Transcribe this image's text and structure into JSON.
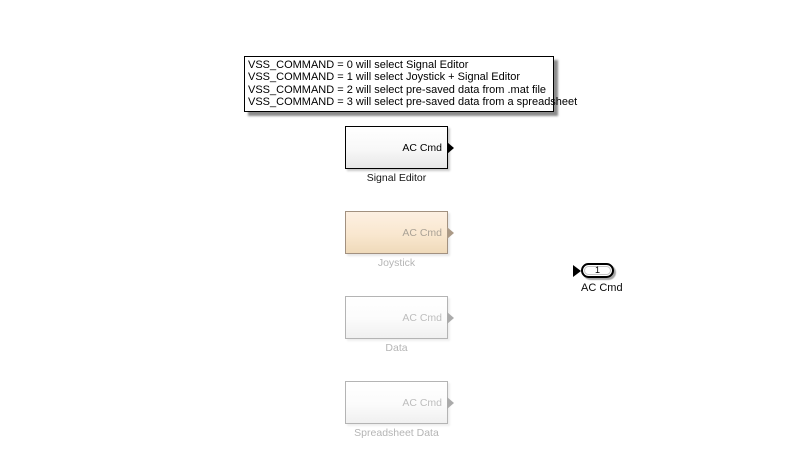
{
  "annotation": {
    "lines": [
      "VSS_COMMAND = 0 will select Signal Editor",
      "VSS_COMMAND = 1 will select Joystick + Signal Editor",
      "VSS_COMMAND = 2 will select pre-saved data from .mat file",
      "VSS_COMMAND = 3 will select pre-saved data from a spreadsheet"
    ]
  },
  "blocks": [
    {
      "name": "Signal Editor",
      "port_label": "AC Cmd",
      "state": "active"
    },
    {
      "name": "Joystick",
      "port_label": "AC Cmd",
      "state": "commented"
    },
    {
      "name": "Data",
      "port_label": "AC Cmd",
      "state": "inactive"
    },
    {
      "name": "Spreadsheet Data",
      "port_label": "AC Cmd",
      "state": "inactive"
    }
  ],
  "outport": {
    "number": "1",
    "label": "AC Cmd"
  },
  "colors": {
    "canvas_bg": "#ffffff",
    "active_border": "#000000",
    "commented_fill_top": "#fdf0e2",
    "commented_fill_bottom": "#efdaba",
    "commented_border": "#a29180",
    "inactive_border": "#b4b4b4",
    "inactive_text": "#bdbdbd"
  }
}
